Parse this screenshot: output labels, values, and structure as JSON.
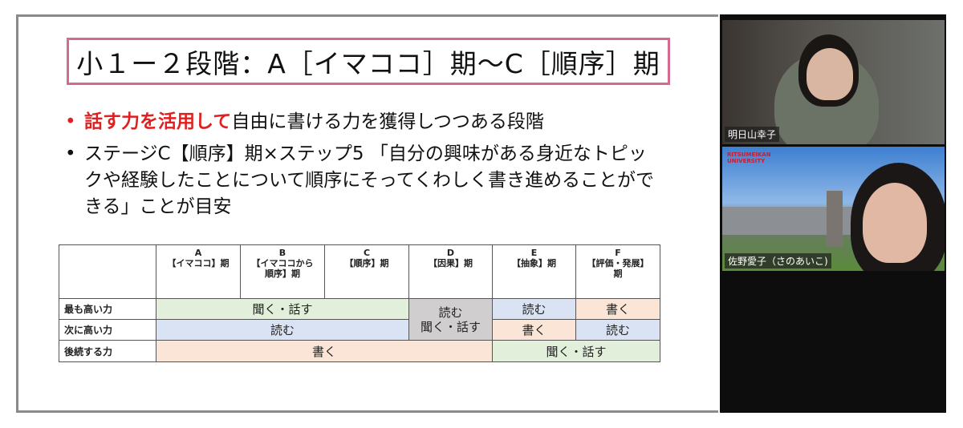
{
  "slide": {
    "title": "小１ー２段階：A［イマココ］期～C［順序］期",
    "bullets": [
      {
        "highlight": "話す力を活用して",
        "text": "自由に書ける力を獲得しつつある段階"
      },
      {
        "highlight": "",
        "text": "ステージC【順序】期×ステップ5 「自分の興味がある身近なトピックや経験したことについて順序にそってくわしく書き進めることができる」ことが目安"
      }
    ],
    "table": {
      "headers": [
        {
          "letter": "A",
          "label": "【イマココ】期"
        },
        {
          "letter": "B",
          "label": "【イマココから順序】期"
        },
        {
          "letter": "C",
          "label": "【順序】期"
        },
        {
          "letter": "D",
          "label": "【因果】期"
        },
        {
          "letter": "E",
          "label": "【抽象】期"
        },
        {
          "letter": "F",
          "label": "【評価・発展】期"
        }
      ],
      "rows": [
        {
          "label": "最も高い力",
          "cells": [
            "聞く・話す",
            "読む\n聞く・話す",
            "読む",
            "書く"
          ]
        },
        {
          "label": "次に高い力",
          "cells": [
            "読む",
            "書く",
            "読む"
          ]
        },
        {
          "label": "後続する力",
          "cells": [
            "書く",
            "聞く・話す"
          ]
        }
      ],
      "colors": {
        "listen_speak": "#e2efda",
        "read": "#dae3f3",
        "write": "#fbe5d6",
        "mixed": "#d0cece"
      }
    }
  },
  "participants": [
    {
      "name": "明日山幸子"
    },
    {
      "name": "佐野愛子（さのあいこ)",
      "background_text": "RITSUMEIKAN UNIVERSITY"
    }
  ]
}
